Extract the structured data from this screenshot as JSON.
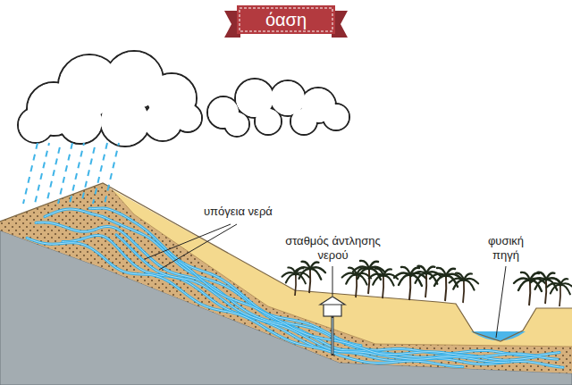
{
  "diagram": {
    "title": "όαση",
    "labels": [
      "υπόγεια νερά",
      "σταθμός άντλησης νερού",
      "φυσική πηγή"
    ]
  }
}
